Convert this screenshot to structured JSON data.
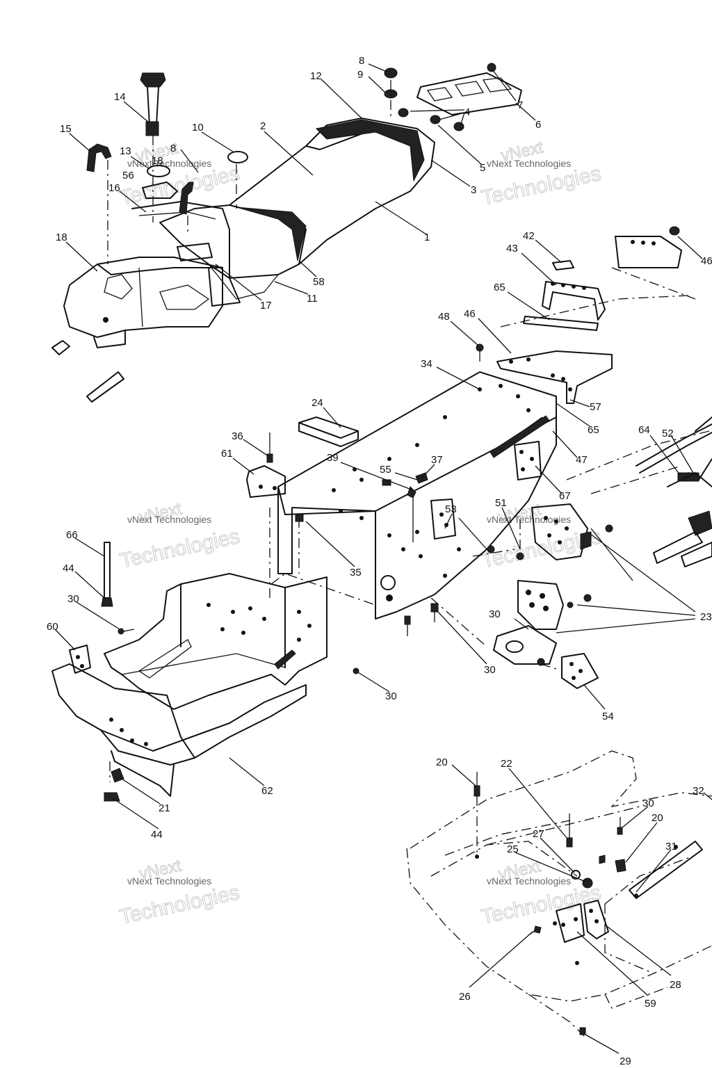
{
  "watermark": {
    "line1": "vNext",
    "line2": "Technologies",
    "small": "vNext Technologies"
  },
  "callouts": [
    {
      "id": "c8a",
      "label": "8"
    },
    {
      "id": "c9",
      "label": "9"
    },
    {
      "id": "c12",
      "label": "12"
    },
    {
      "id": "c7",
      "label": "7"
    },
    {
      "id": "c4",
      "label": "4"
    },
    {
      "id": "c6",
      "label": "6"
    },
    {
      "id": "c5",
      "label": "5"
    },
    {
      "id": "c3",
      "label": "3"
    },
    {
      "id": "c1",
      "label": "1"
    },
    {
      "id": "c14",
      "label": "14"
    },
    {
      "id": "c2",
      "label": "2"
    },
    {
      "id": "c10",
      "label": "10"
    },
    {
      "id": "c15",
      "label": "15"
    },
    {
      "id": "c13",
      "label": "13"
    },
    {
      "id": "c18a",
      "label": "18"
    },
    {
      "id": "c8b",
      "label": "8"
    },
    {
      "id": "c56",
      "label": "56"
    },
    {
      "id": "c16",
      "label": "16"
    },
    {
      "id": "c18b",
      "label": "18"
    },
    {
      "id": "c58",
      "label": "58"
    },
    {
      "id": "c17",
      "label": "17"
    },
    {
      "id": "c11",
      "label": "11"
    },
    {
      "id": "c42",
      "label": "42"
    },
    {
      "id": "c43",
      "label": "43"
    },
    {
      "id": "c46a",
      "label": "46"
    },
    {
      "id": "c65a",
      "label": "65"
    },
    {
      "id": "c48",
      "label": "48"
    },
    {
      "id": "c46b",
      "label": "46"
    },
    {
      "id": "c34",
      "label": "34"
    },
    {
      "id": "c57",
      "label": "57"
    },
    {
      "id": "c65b",
      "label": "65"
    },
    {
      "id": "c24",
      "label": "24"
    },
    {
      "id": "c36",
      "label": "36"
    },
    {
      "id": "c61",
      "label": "61"
    },
    {
      "id": "c39",
      "label": "39"
    },
    {
      "id": "c55",
      "label": "55"
    },
    {
      "id": "c37",
      "label": "37"
    },
    {
      "id": "c64",
      "label": "64"
    },
    {
      "id": "c52",
      "label": "52"
    },
    {
      "id": "c47",
      "label": "47"
    },
    {
      "id": "c67",
      "label": "67"
    },
    {
      "id": "c53",
      "label": "53"
    },
    {
      "id": "c51",
      "label": "51"
    },
    {
      "id": "c66",
      "label": "66"
    },
    {
      "id": "c44a",
      "label": "44"
    },
    {
      "id": "c35",
      "label": "35"
    },
    {
      "id": "c30a",
      "label": "30"
    },
    {
      "id": "c60",
      "label": "60"
    },
    {
      "id": "c23",
      "label": "23"
    },
    {
      "id": "c30b",
      "label": "30"
    },
    {
      "id": "c30c",
      "label": "30"
    },
    {
      "id": "c30d",
      "label": "30"
    },
    {
      "id": "c54",
      "label": "54"
    },
    {
      "id": "c62",
      "label": "62"
    },
    {
      "id": "c20a",
      "label": "20"
    },
    {
      "id": "c22",
      "label": "22"
    },
    {
      "id": "c32",
      "label": "32"
    },
    {
      "id": "c30e",
      "label": "30"
    },
    {
      "id": "c21",
      "label": "21"
    },
    {
      "id": "c20b",
      "label": "20"
    },
    {
      "id": "c27",
      "label": "27"
    },
    {
      "id": "c31",
      "label": "31"
    },
    {
      "id": "c44b",
      "label": "44"
    },
    {
      "id": "c25",
      "label": "25"
    },
    {
      "id": "c26",
      "label": "26"
    },
    {
      "id": "c28",
      "label": "28"
    },
    {
      "id": "c59",
      "label": "59"
    },
    {
      "id": "c29",
      "label": "29"
    }
  ]
}
